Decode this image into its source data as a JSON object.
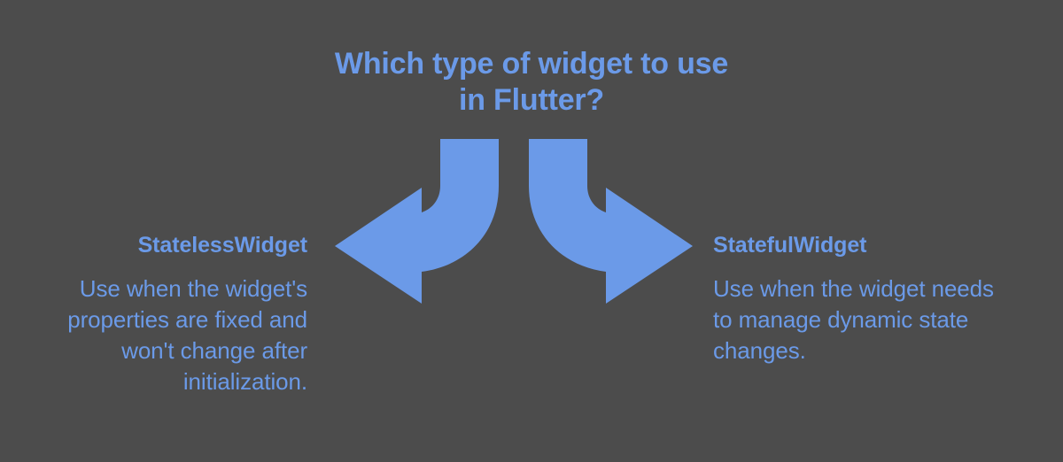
{
  "slide": {
    "background_color": "#4c4c4c",
    "accent_color": "#6b9ae8",
    "title": "Which type of widget to use\nin Flutter?"
  },
  "diagram": {
    "left_arrow_name": "curved-arrow-left-icon",
    "right_arrow_name": "curved-arrow-right-icon",
    "arrow_color": "#6b9ae8"
  },
  "branches": {
    "stateless": {
      "heading": "StatelessWidget",
      "body": "Use when the widget's\nproperties are fixed and\nwon't change after\ninitialization."
    },
    "stateful": {
      "heading": "StatefulWidget",
      "body": "Use when the widget needs\nto manage dynamic state\nchanges."
    }
  }
}
